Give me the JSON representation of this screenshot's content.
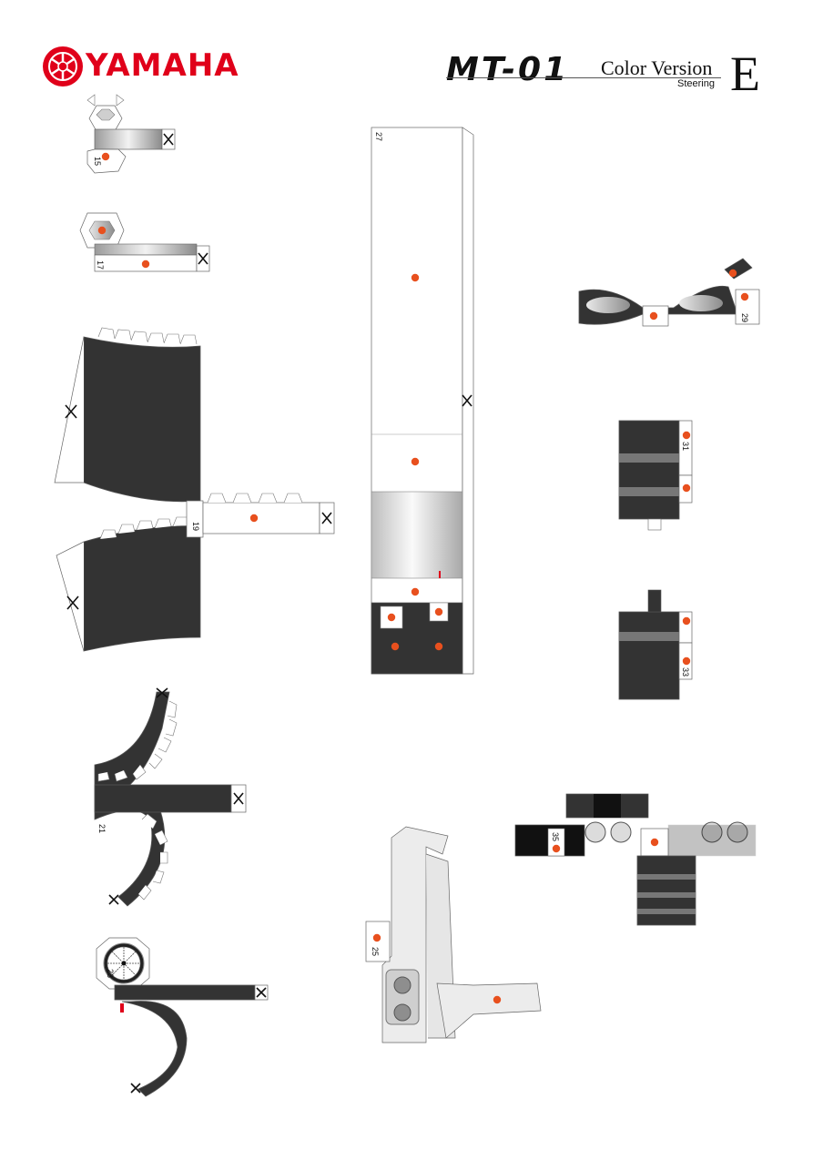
{
  "header": {
    "brand": "YAMAHA",
    "title": "MT-01",
    "subtitle": "Color Version",
    "part": "Steering",
    "version_letter": "E"
  },
  "parts": [
    {
      "id": "p15",
      "number": "15"
    },
    {
      "id": "p17",
      "number": "17"
    },
    {
      "id": "p19",
      "number": "19"
    },
    {
      "id": "p21",
      "number": "21"
    },
    {
      "id": "p23",
      "number": "23"
    },
    {
      "id": "p25",
      "number": "25"
    },
    {
      "id": "p27",
      "number": "27"
    },
    {
      "id": "p29",
      "number": "29"
    },
    {
      "id": "p31",
      "number": "31"
    },
    {
      "id": "p33",
      "number": "33"
    },
    {
      "id": "p35",
      "number": "35"
    }
  ],
  "colors": {
    "brand_red": "#e0001a",
    "glue_dot": "#e8501e",
    "dark_fill": "#333333",
    "outline": "#555555"
  }
}
